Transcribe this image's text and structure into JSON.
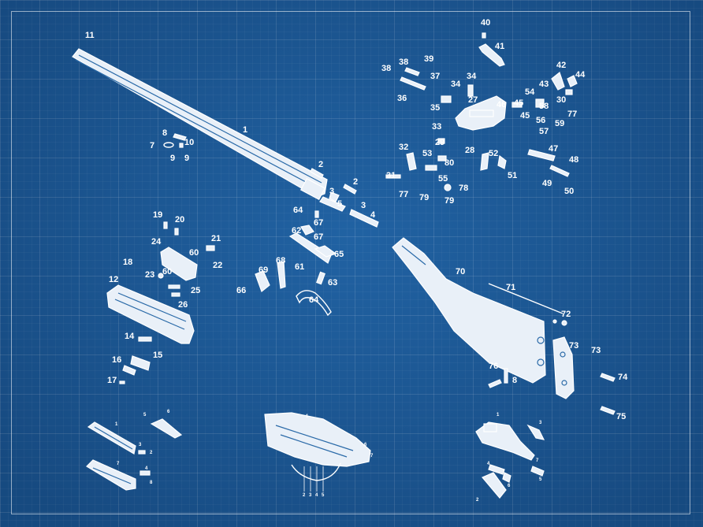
{
  "theme": {
    "background": "#1d5c9a",
    "line": "#ffffff"
  },
  "callouts": {
    "main": [
      "1",
      "2",
      "2",
      "3",
      "3",
      "4",
      "5",
      "7",
      "8",
      "9",
      "9",
      "10",
      "11",
      "12",
      "14",
      "15",
      "16",
      "17",
      "18",
      "19",
      "20",
      "21",
      "22",
      "23",
      "24",
      "25",
      "26",
      "27",
      "28",
      "29",
      "30",
      "31",
      "32",
      "33",
      "34",
      "34",
      "35",
      "36",
      "37",
      "38",
      "38",
      "39",
      "40",
      "41",
      "42",
      "43",
      "44",
      "45",
      "45",
      "46",
      "47",
      "48",
      "49",
      "50",
      "51",
      "52",
      "53",
      "54",
      "55",
      "56",
      "57",
      "58",
      "59",
      "60",
      "60",
      "61",
      "62",
      "63",
      "64",
      "64",
      "65",
      "66",
      "67",
      "67",
      "68",
      "69",
      "70",
      "71",
      "72",
      "73",
      "73",
      "74",
      "75",
      "76",
      "77",
      "77",
      "78",
      "79",
      "79",
      "80",
      "8"
    ],
    "small": [
      "1",
      "2",
      "3",
      "4",
      "5",
      "6",
      "7",
      "8",
      "1",
      "2",
      "3",
      "4",
      "5",
      "6",
      "7",
      "1",
      "2",
      "3",
      "4",
      "5",
      "6",
      "7"
    ]
  },
  "icons": {
    "barrel": "barrel-icon",
    "receiver": "receiver-icon",
    "stock": "stock-icon",
    "forend": "forend-icon",
    "trigger_guard": "trigger-guard-icon",
    "screw": "screw-icon"
  }
}
